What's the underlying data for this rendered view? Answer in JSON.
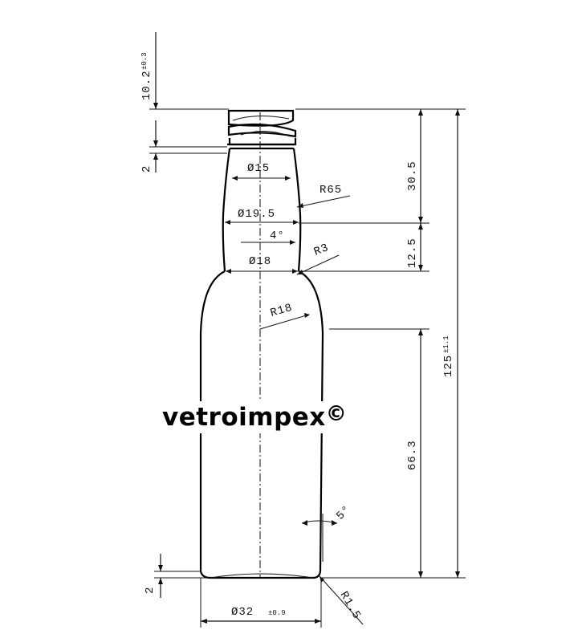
{
  "brand": {
    "name": "vetroimpex",
    "symbol": "©"
  },
  "dimensions": {
    "finish_height": {
      "value": "10.2",
      "tolerance": "±0.3"
    },
    "neck_ring_height": "2",
    "neck_top_diameter": "Ø15",
    "neck_radius": "R65",
    "neck_mid_diameter": "Ø19.5",
    "neck_taper_angle": "4°",
    "neck_base_diameter": "Ø18",
    "shoulder_radius_small": "R3",
    "shoulder_radius": "R18",
    "upper_height": "30.5",
    "neck_section_height": "12.5",
    "total_height": {
      "value": "125",
      "tolerance": "±1.1"
    },
    "body_height": "66.3",
    "body_draft_angle": "5°",
    "base_height": "2",
    "base_diameter": {
      "value": "Ø32",
      "tolerance": "±0.9"
    },
    "heel_radius": "R1.5"
  }
}
